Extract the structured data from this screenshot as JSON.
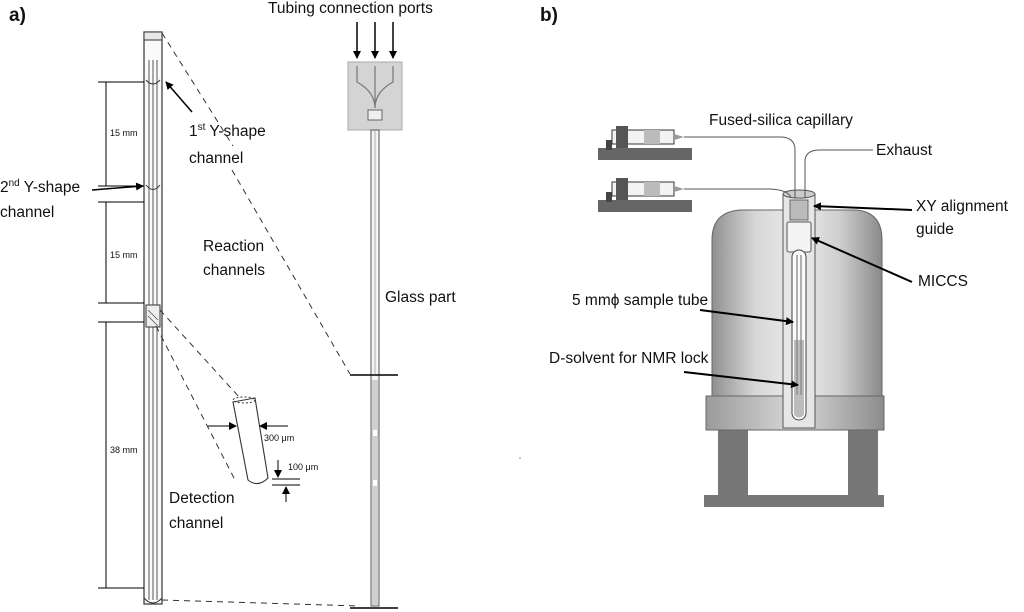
{
  "panel_a": {
    "panel_label": "a)",
    "tubing_ports": "Tubing connection ports",
    "dim_15a": "15 mm",
    "dim_15b": "15 mm",
    "dim_38": "38 mm",
    "first_y_sup": "st",
    "first_y_pre": "1",
    "first_y_rest": " Y-shape",
    "first_y_line2": "channel",
    "second_y_pre": "2",
    "second_y_sup": "nd",
    "second_y_rest": " Y-shape",
    "second_y_line2": "channel",
    "reaction_line1": "Reaction",
    "reaction_line2": "channels",
    "glass_part": "Glass part",
    "dim_300": "300 μm",
    "dim_100": "100 μm",
    "detection_line1": "Detection",
    "detection_line2": "channel"
  },
  "panel_b": {
    "panel_label": "b)",
    "capillary": "Fused-silica capillary",
    "exhaust": "Exhaust",
    "xy_line1": "XY alignment",
    "xy_line2": "guide",
    "miccs": "MICCS",
    "sample_tube": "5 mmϕ sample tube",
    "dsolvent": "D-solvent for NMR lock"
  }
}
